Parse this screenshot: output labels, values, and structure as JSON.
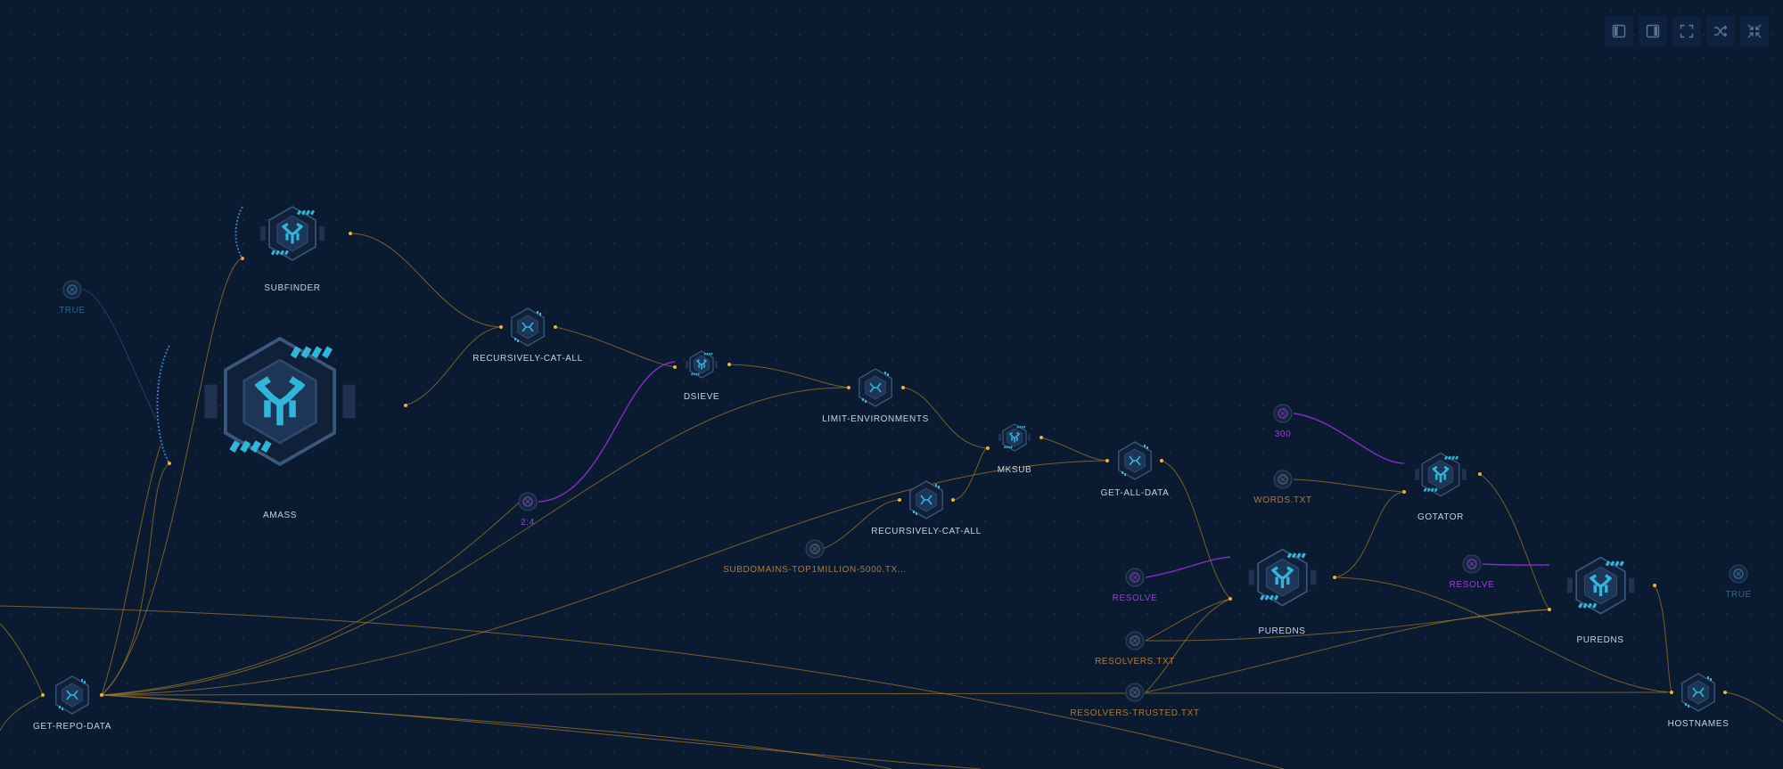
{
  "canvas": {
    "background": "#0a1a30",
    "colors": {
      "edge_orange": "#a87a2a",
      "edge_purple": "#8a2ed0",
      "node_cyan": "#2fb6d8",
      "port_orange": "#f0b030",
      "label": "#c5d2e2",
      "file_label": "#b07a2e",
      "param_label": "#9b3fd6",
      "bool_label": "#2c6494"
    }
  },
  "toolbar": [
    {
      "name": "toggle-left-panel",
      "icon": "panel-left-icon"
    },
    {
      "name": "toggle-right-panel",
      "icon": "panel-right-icon"
    },
    {
      "name": "fullscreen",
      "icon": "fullscreen-icon"
    },
    {
      "name": "shuffle-layout",
      "icon": "shuffle-icon"
    },
    {
      "name": "collapse",
      "icon": "collapse-icon"
    }
  ],
  "nodes": {
    "subfinder": {
      "label": "SUBFINDER",
      "icon": "module-icon"
    },
    "amass": {
      "label": "AMASS",
      "icon": "module-icon"
    },
    "recursively_cat_all_1": {
      "label": "RECURSIVELY-CAT-ALL",
      "icon": "operator-icon"
    },
    "dsieve": {
      "label": "DSIEVE",
      "icon": "module-icon"
    },
    "limit_environments": {
      "label": "LIMIT-ENVIRONMENTS",
      "icon": "operator-icon"
    },
    "mksub": {
      "label": "MKSUB",
      "icon": "module-icon"
    },
    "recursively_cat_all_2": {
      "label": "RECURSIVELY-CAT-ALL",
      "icon": "operator-icon"
    },
    "get_all_data": {
      "label": "GET-ALL-DATA",
      "icon": "operator-icon"
    },
    "get_repo_data": {
      "label": "GET-REPO-DATA",
      "icon": "operator-icon"
    },
    "puredns_1": {
      "label": "PUREDNS",
      "icon": "module-icon"
    },
    "gotator": {
      "label": "GOTATOR",
      "icon": "module-icon"
    },
    "puredns_2": {
      "label": "PUREDNS",
      "icon": "module-icon"
    },
    "hostnames": {
      "label": "HOSTNAMES",
      "icon": "operator-icon"
    }
  },
  "inputs": {
    "true_1": {
      "label": "TRUE",
      "kind": "boolean"
    },
    "true_2": {
      "label": "TRUE",
      "kind": "boolean"
    },
    "depth": {
      "label": "2:4",
      "kind": "parameter"
    },
    "three_hundred": {
      "label": "300",
      "kind": "parameter"
    },
    "resolve_1": {
      "label": "RESOLVE",
      "kind": "parameter"
    },
    "resolve_2": {
      "label": "RESOLVE",
      "kind": "parameter"
    },
    "subdomains_file": {
      "label": "SUBDOMAINS-TOP1MILLION-5000.TX...",
      "kind": "file"
    },
    "words_file": {
      "label": "WORDS.TXT",
      "kind": "file"
    },
    "resolvers_file": {
      "label": "RESOLVERS.TXT",
      "kind": "file"
    },
    "resolvers_trusted_file": {
      "label": "RESOLVERS-TRUSTED.TXT",
      "kind": "file"
    }
  }
}
